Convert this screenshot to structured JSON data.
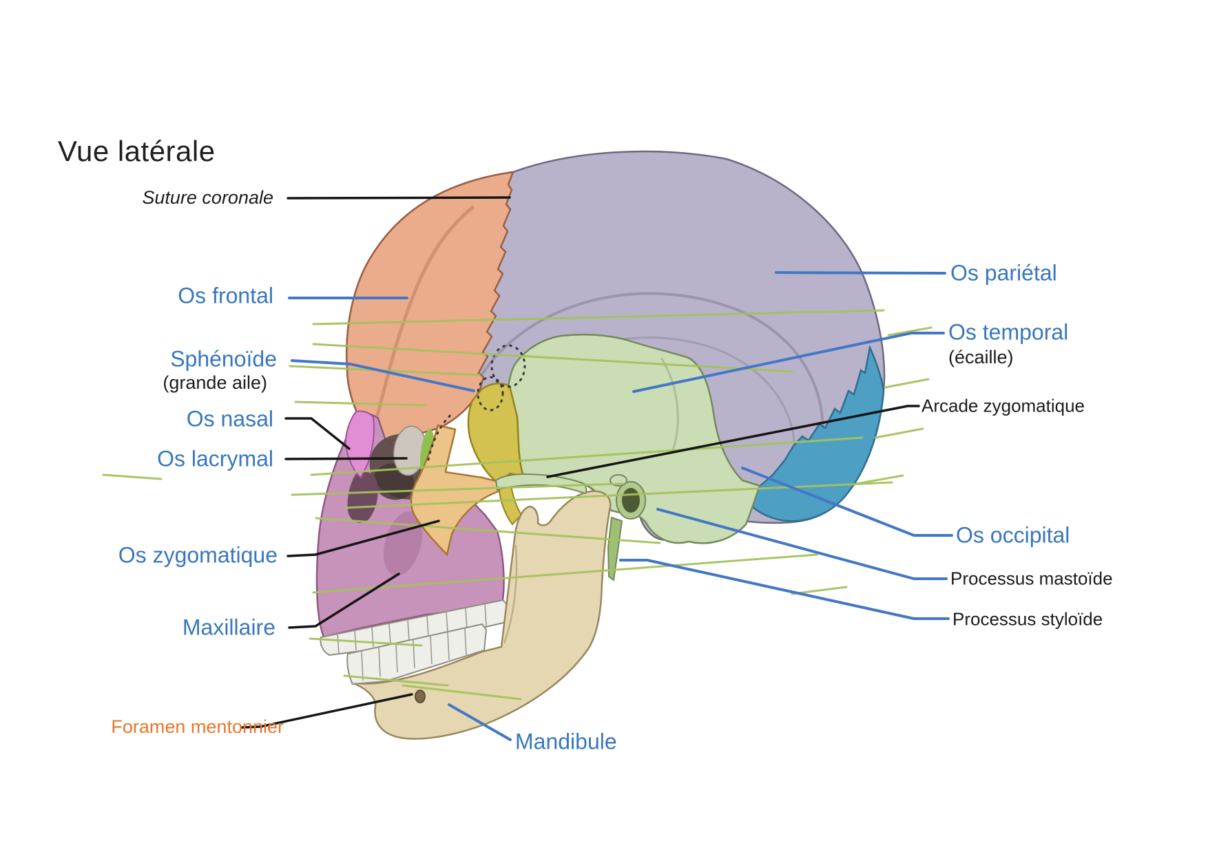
{
  "title": "Vue latérale",
  "labels": {
    "suture_coronale": {
      "text": "Suture coronale",
      "color": "#1b1b1b"
    },
    "os_frontal": {
      "text": "Os frontal",
      "color": "#3877BE"
    },
    "sphenoide": {
      "text": "Sphénoïde",
      "sub": "(grande aile)",
      "color": "#3877BE"
    },
    "os_nasal": {
      "text": "Os nasal",
      "color": "#3877BE"
    },
    "os_lacrymal": {
      "text": "Os lacrymal",
      "color": "#3877BE"
    },
    "os_zygomatique": {
      "text": "Os zygomatique",
      "color": "#3877BE"
    },
    "maxillaire": {
      "text": "Maxillaire",
      "color": "#3877BE"
    },
    "foramen_mentonnier": {
      "text": "Foramen mentonnier",
      "color": "#E8762D"
    },
    "mandibule": {
      "text": "Mandibule",
      "color": "#3877BE"
    },
    "os_parietal": {
      "text": "Os pariétal",
      "color": "#3877BE"
    },
    "os_temporal": {
      "text": "Os temporal",
      "sub": "(écaille)",
      "color": "#3877BE"
    },
    "arcade_zygomatique": {
      "text": "Arcade zygomatique",
      "color": "#1b1b1b"
    },
    "os_occipital": {
      "text": "Os occipital",
      "color": "#3877BE"
    },
    "processus_mastoide": {
      "text": "Processus mastoïde",
      "color": "#1b1b1b"
    },
    "processus_styloide": {
      "text": "Processus styloïde",
      "color": "#1b1b1b"
    }
  },
  "colors": {
    "label_blue": "#3877BE",
    "label_orange": "#E8762D",
    "label_black": "#1b1b1b",
    "bone_frontal": "#EBAC8C",
    "bone_parietal": "#B8B3CA",
    "bone_temporal_squama": "#CBDDB4",
    "bone_occipital": "#4E9FC4",
    "bone_sphenoid": "#D3C24F",
    "bone_zygomatic": "#EDC488",
    "bone_maxilla": "#C893BB",
    "bone_nasal": "#E18ED5",
    "bone_mandible": "#E5D7B2",
    "teeth": "#EFEFEA",
    "leader_green": "#A5C25C",
    "leader_blue": "#4377C6",
    "leader_black": "#151515"
  }
}
